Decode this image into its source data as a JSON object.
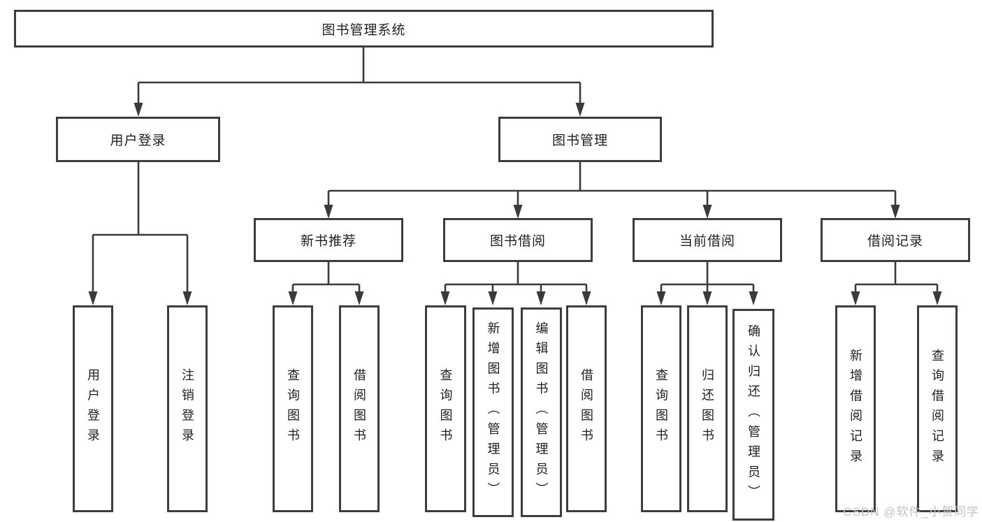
{
  "diagram": {
    "watermark": "CSDN @软件_小贺同学",
    "colors": {
      "line": "#3a3a3a",
      "box_border": "#3d3d3d",
      "box_background": "#ffffff",
      "text": "#1f1f1f",
      "watermark": "#c3c3c3"
    },
    "nodes": {
      "root": {
        "label": "图书管理系统"
      },
      "user_login": {
        "label": "用户登录"
      },
      "book_mgmt": {
        "label": "图书管理"
      },
      "new_books": {
        "label": "新书推荐"
      },
      "book_borrow": {
        "label": "图书借阅"
      },
      "current_borrow": {
        "label": "当前借阅"
      },
      "borrow_records": {
        "label": "借阅记录"
      },
      "ul_login": {
        "label": "用户登录"
      },
      "ul_logout": {
        "label": "注销登录"
      },
      "nb_query": {
        "label": "查询图书"
      },
      "nb_borrow": {
        "label": "借阅图书"
      },
      "bb_query": {
        "label": "查询图书"
      },
      "bb_add": {
        "label": "新增图书（管理员）"
      },
      "bb_edit": {
        "label": "编辑图书（管理员）"
      },
      "bb_borrow": {
        "label": "借阅图书"
      },
      "cb_query": {
        "label": "查询图书"
      },
      "cb_return": {
        "label": "归还图书"
      },
      "cb_confirm": {
        "label": "确认归还（管理员）"
      },
      "br_add": {
        "label": "新增借阅记录"
      },
      "br_query": {
        "label": "查询借阅记录"
      }
    }
  }
}
